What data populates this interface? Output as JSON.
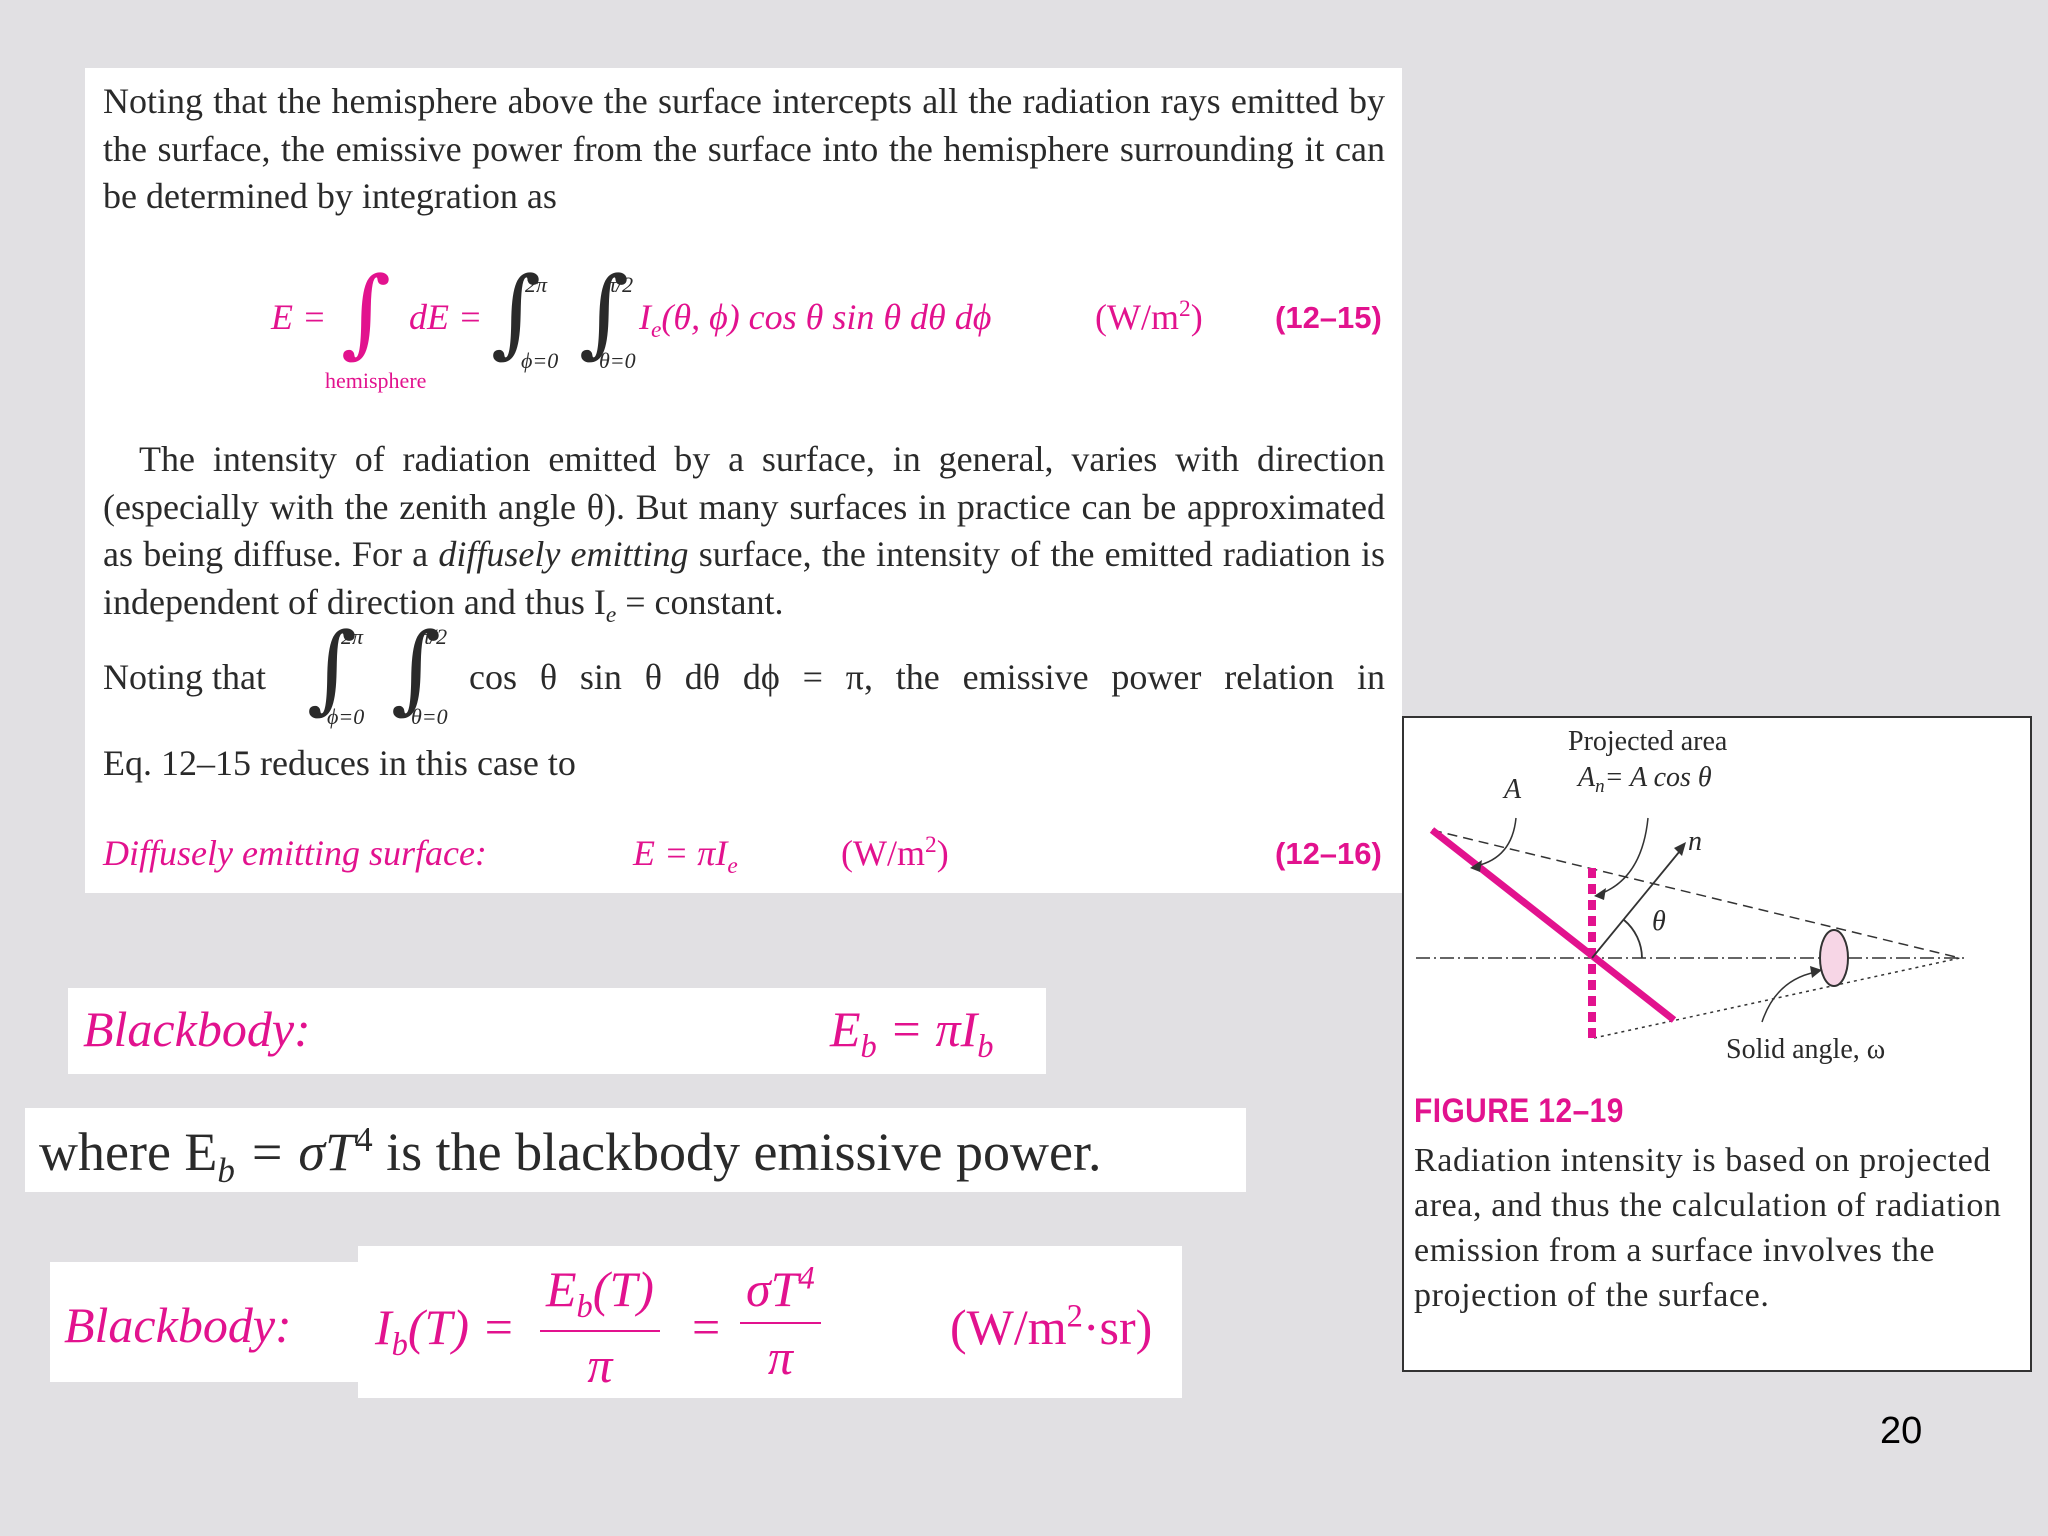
{
  "textbook": {
    "paragraph_1": "Noting that the hemisphere above the surface intercepts all the radiation rays emitted by the surface, the emissive power from the surface into the hemisphere surrounding it can be determined by integration as",
    "eq_15": {
      "lhs": "E =",
      "int_sub": "hemisphere",
      "de": "dE =",
      "upper_phi": "2π",
      "lower_phi": "ϕ=0",
      "upper_theta": "π/2",
      "lower_theta": "θ=0",
      "integrand": "I",
      "integrand_sub": "e",
      "integrand_rest": "(θ, ϕ) cos θ sin θ dθ dϕ",
      "units": "(W/m",
      "units_sup": "2",
      "units_close": ")",
      "number": "(12–15)"
    },
    "paragraph_2_a": "The intensity of radiation emitted by a surface, in general, varies with direction (especially with the zenith angle θ). But many surfaces in practice can be approximated as being diffuse. For a",
    "paragraph_2_italic": "diffusely emitting",
    "paragraph_2_b": "surface, the intensity of the emitted radiation is independent of direction and thus I",
    "paragraph_2_sub": "e",
    "paragraph_2_c": "= constant.",
    "noting_that": "Noting that",
    "noting_upper_phi": "2π",
    "noting_lower_phi": "ϕ=0",
    "noting_upper_theta": "π/2",
    "noting_lower_theta": "θ=0",
    "noting_integrand": "cos θ sin θ dθ dϕ = π, the emissive power relation in",
    "reduces": "Eq. 12–15 reduces in this case to",
    "eq_16": {
      "label": "Diffusely emitting surface:",
      "lhs": "E = πI",
      "lhs_sub": "e",
      "units": "(W/m",
      "units_sup": "2",
      "units_close": ")",
      "number": "(12–16)"
    }
  },
  "blackbody_1": {
    "label": "Blackbody:",
    "eq": "E",
    "eq_sub": "b",
    "eq_mid": "= πI",
    "eq_sub2": "b"
  },
  "where_line": {
    "a": "where E",
    "sub": "b",
    "b": "= σT",
    "sup": "4",
    "c": "is the blackbody emissive power."
  },
  "blackbody_2": {
    "label": "Blackbody:",
    "lhs": "I",
    "lhs_sub": "b",
    "lhs_rest": "(T) =",
    "frac1_num": "E",
    "frac1_num_sub": "b",
    "frac1_num_rest": "(T)",
    "frac1_den": "π",
    "eq": "=",
    "frac2_num": "σT",
    "frac2_num_sup": "4",
    "frac2_den": "π",
    "units": "(W/m",
    "units_sup": "2",
    "units_rest": "·sr)"
  },
  "figure": {
    "label_projected": "Projected area",
    "label_an": "A",
    "label_an_sub": "n",
    "label_an_rest": "= A cos θ",
    "label_a": "A",
    "label_n": "n",
    "label_theta": "θ",
    "label_solid": "Solid angle, ω",
    "caption_title": "FIGURE 12–19",
    "caption_text": "Radiation intensity is based on projected area, and thus the calculation of radiation emission from a surface involves the projection of the surface.",
    "colors": {
      "surface": "#e2128e",
      "projection": "#e2128e",
      "cone_disk": "#f7d6e6"
    }
  },
  "page_number": "20",
  "colors": {
    "accent": "#e2128e",
    "text": "#2a2a2a",
    "background": "#e1e0e3"
  }
}
